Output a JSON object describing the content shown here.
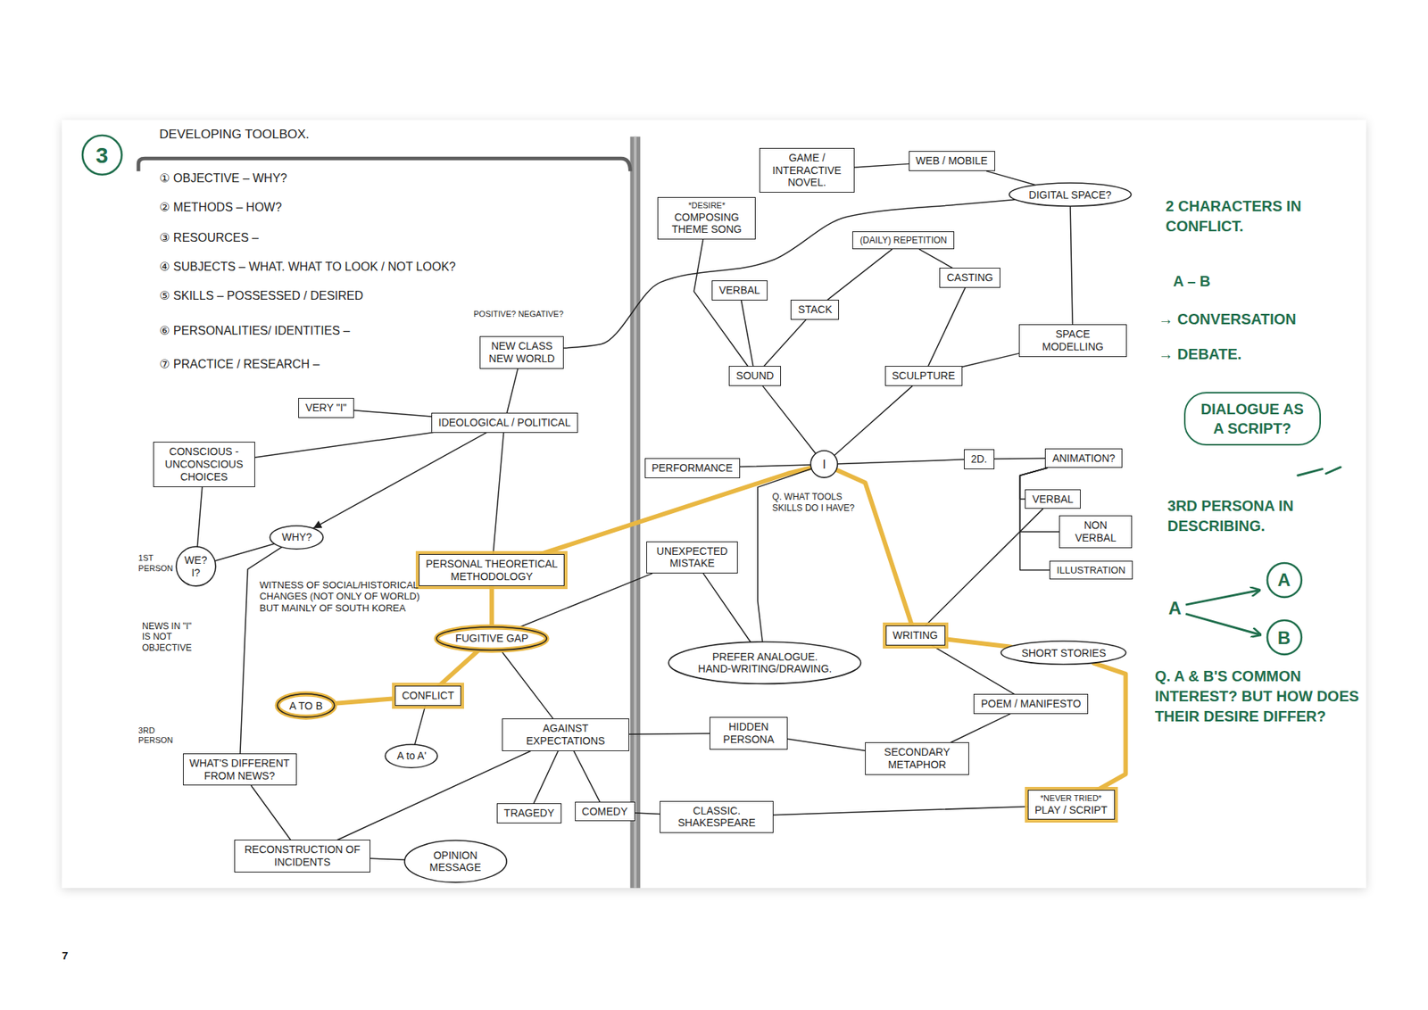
{
  "diagram": {
    "title": "DEVELOPING TOOLBOX.",
    "nodes": [
      {
        "text": [
          "3"
        ]
      },
      {
        "text": [
          "NEW CLASS NEW WORLD"
        ]
      },
      {
        "text": [
          "VERY \"I\""
        ]
      },
      {
        "text": [
          "IDEOLOGICAL / POLITICAL"
        ]
      },
      {
        "text": [
          "CONSCIOUS -UNCONSCIOUS CHOICES"
        ]
      },
      {
        "text": [
          "WHY?"
        ]
      },
      {
        "text": [
          "WE? I?"
        ]
      },
      {
        "text": [
          "PERSONAL THEORETICAL METHODOLOGY"
        ]
      },
      {
        "text": [
          "FUGITIVE GAP"
        ]
      },
      {
        "text": [
          "CONFLICT"
        ]
      },
      {
        "text": [
          "A TO B"
        ]
      },
      {
        "text": [
          "A to A'"
        ]
      },
      {
        "text": [
          "AGAINST EXPECTATIONS"
        ]
      },
      {
        "text": [
          "TRAGEDY"
        ]
      },
      {
        "text": [
          "COMEDY"
        ]
      },
      {
        "text": [
          "WHAT'S DIFFERENT FROM NEWS?"
        ]
      },
      {
        "text": [
          "RECONSTRUCTION OF INCIDENTS"
        ]
      },
      {
        "text": [
          "OPINION MESSAGE"
        ]
      },
      {
        "text": [
          "GAME / INTERACTIVE NOVEL."
        ]
      },
      {
        "text": [
          "WEB / MOBILE"
        ]
      },
      {
        "text": [
          "DIGITAL SPACE?"
        ]
      },
      {
        "text": [
          "*DESIRE*",
          "COMPOSING THEME SONG"
        ]
      },
      {
        "text": [
          "(DAILY) REPETITION"
        ]
      },
      {
        "text": [
          "VERBAL"
        ]
      },
      {
        "text": [
          "STACK"
        ]
      },
      {
        "text": [
          "CASTING"
        ]
      },
      {
        "text": [
          "SPACE MODELLING"
        ]
      },
      {
        "text": [
          "SOUND"
        ]
      },
      {
        "text": [
          "SCULPTURE"
        ]
      },
      {
        "text": [
          "PERFORMANCE"
        ]
      },
      {
        "text": [
          "I"
        ]
      },
      {
        "text": [
          "2D."
        ]
      },
      {
        "text": [
          "ANIMATION?"
        ]
      },
      {
        "text": [
          "VERBAL"
        ]
      },
      {
        "text": [
          "NON VERBAL"
        ]
      },
      {
        "text": [
          "ILLUSTRATION"
        ]
      },
      {
        "text": [
          "UNEXPECTED MISTAKE"
        ]
      },
      {
        "text": [
          "PREFER ANALOGUE. HAND-WRITING/DRAWING."
        ]
      },
      {
        "text": [
          "WRITING"
        ]
      },
      {
        "text": [
          "SHORT STORIES"
        ]
      },
      {
        "text": [
          "POEM / MANIFESTO"
        ]
      },
      {
        "text": [
          "HIDDEN PERSONA"
        ]
      },
      {
        "text": [
          "SECONDARY METAPHOR"
        ]
      },
      {
        "text": [
          "*NEVER TRIED*",
          "PLAY / SCRIPT"
        ]
      },
      {
        "text": [
          "CLASSIC. SHAKESPEARE"
        ]
      },
      {
        "text": [
          "DIALOGUE AS A SCRIPT?"
        ]
      },
      {
        "text": [
          "A"
        ]
      },
      {
        "text": [
          "B"
        ]
      }
    ],
    "edges": [
      {
        "from": 1,
        "to": 3,
        "arrow": "none"
      },
      {
        "from": 1,
        "to": 20,
        "arrow": "none"
      },
      {
        "from": 2,
        "to": 3,
        "arrow": "none"
      },
      {
        "from": 4,
        "to": 3,
        "arrow": "none"
      },
      {
        "from": 3,
        "to": 5,
        "arrow": "to"
      },
      {
        "from": 3,
        "to": 7,
        "arrow": "none"
      },
      {
        "from": 4,
        "to": 6,
        "arrow": "none"
      },
      {
        "from": 5,
        "to": 6,
        "arrow": "none"
      },
      {
        "from": 5,
        "to": 15,
        "arrow": "none"
      },
      {
        "from": 15,
        "to": 16,
        "arrow": "none"
      },
      {
        "from": 7,
        "to": 8,
        "arrow": "none"
      },
      {
        "from": 8,
        "to": 9,
        "arrow": "none"
      },
      {
        "from": 9,
        "to": 10,
        "arrow": "none"
      },
      {
        "from": 9,
        "to": 11,
        "arrow": "none"
      },
      {
        "from": 8,
        "to": 12,
        "arrow": "none"
      },
      {
        "from": 8,
        "to": 36,
        "arrow": "none"
      },
      {
        "from": 12,
        "to": 13,
        "arrow": "none"
      },
      {
        "from": 12,
        "to": 14,
        "arrow": "none"
      },
      {
        "from": 12,
        "to": 16,
        "arrow": "none"
      },
      {
        "from": 12,
        "to": 41,
        "arrow": "none"
      },
      {
        "from": 16,
        "to": 17,
        "arrow": "none"
      },
      {
        "from": 7,
        "to": 30,
        "arrow": "none"
      },
      {
        "from": 30,
        "to": 38,
        "arrow": "none"
      },
      {
        "from": 38,
        "to": 39,
        "arrow": "none"
      },
      {
        "from": 39,
        "to": 43,
        "arrow": "none"
      },
      {
        "from": 18,
        "to": 19,
        "arrow": "none"
      },
      {
        "from": 19,
        "to": 20,
        "arrow": "none"
      },
      {
        "from": 20,
        "to": 26,
        "arrow": "none"
      },
      {
        "from": 27,
        "to": 21,
        "arrow": "none"
      },
      {
        "from": 27,
        "to": 23,
        "arrow": "none"
      },
      {
        "from": 27,
        "to": 24,
        "arrow": "none"
      },
      {
        "from": 24,
        "to": 22,
        "arrow": "none"
      },
      {
        "from": 22,
        "to": 25,
        "arrow": "none"
      },
      {
        "from": 25,
        "to": 28,
        "arrow": "none"
      },
      {
        "from": 28,
        "to": 26,
        "arrow": "none"
      },
      {
        "from": 27,
        "to": 30,
        "arrow": "none"
      },
      {
        "from": 28,
        "to": 30,
        "arrow": "none"
      },
      {
        "from": 29,
        "to": 30,
        "arrow": "none"
      },
      {
        "from": 30,
        "to": 31,
        "arrow": "none"
      },
      {
        "from": 31,
        "to": 32,
        "arrow": "none"
      },
      {
        "from": 32,
        "to": 33,
        "arrow": "none"
      },
      {
        "from": 32,
        "to": 34,
        "arrow": "none"
      },
      {
        "from": 32,
        "to": 35,
        "arrow": "none"
      },
      {
        "from": 30,
        "to": 37,
        "arrow": "none"
      },
      {
        "from": 36,
        "to": 37,
        "arrow": "none"
      },
      {
        "from": 38,
        "to": 33,
        "arrow": "none"
      },
      {
        "from": 38,
        "to": 40,
        "arrow": "none"
      },
      {
        "from": 40,
        "to": 42,
        "arrow": "none"
      },
      {
        "from": 41,
        "to": 42,
        "arrow": "none"
      },
      {
        "from": 44,
        "to": 43,
        "arrow": "none"
      },
      {
        "from": 14,
        "to": 44,
        "arrow": "none"
      }
    ],
    "labels": [
      "① OBJECTIVE – WHY?",
      "② METHODS – HOW?",
      "③ RESOURCES –",
      "④ SUBJECTS – WHAT. WHAT TO LOOK / NOT LOOK?",
      "⑤ SKILLS – POSSESSED / DESIRED",
      "⑥ PERSONALITIES/ IDENTITIES –",
      "⑦ PRACTICE / RESEARCH –",
      "POSITIVE? NEGATIVE?",
      "1ST PERSON",
      "WITNESS OF SOCIAL/HISTORICAL CHANGES (NOT ONLY OF WORLD) BUT MAINLY OF SOUTH KOREA",
      "NEWS IN \"I\" IS NOT OBJECTIVE",
      "3RD PERSON",
      "Q. WHAT TOOLS SKILLS DO I HAVE?",
      "2 CHARACTERS IN CONFLICT.",
      "A – B",
      "→ CONVERSATION",
      "→ DEBATE.",
      "3RD PERSONA IN DESCRIBING.",
      "A",
      "Q. A & B'S COMMON INTEREST? BUT HOW DOES THEIR DESIRE DIFFER?",
      "7"
    ]
  }
}
